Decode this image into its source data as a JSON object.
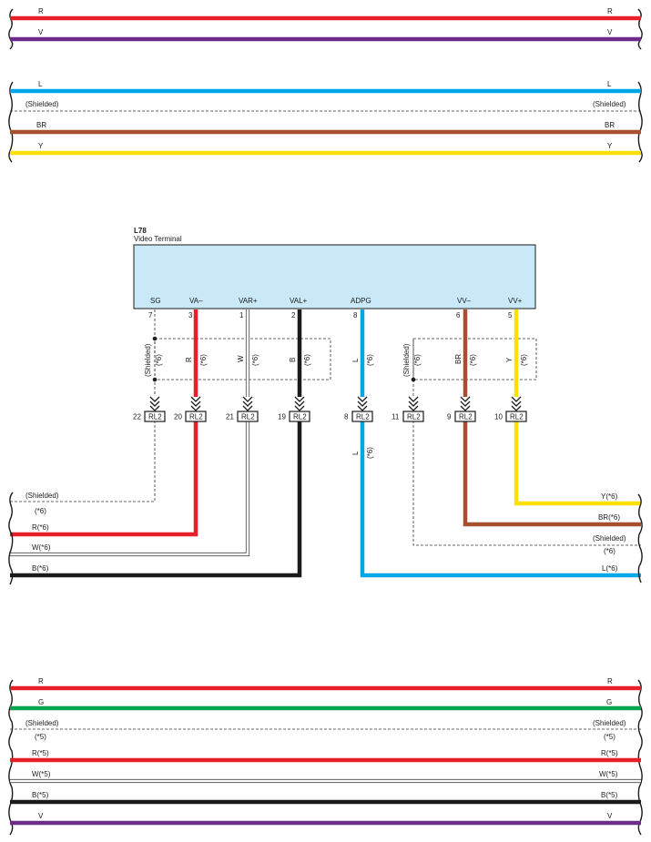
{
  "colors": {
    "R": "#e81f2b",
    "V": "#6b2c8c",
    "L": "#00a7e6",
    "BR": "#a6502f",
    "Y": "#fde000",
    "G": "#00a651",
    "B": "#1a1a1a",
    "W": "#ffffff",
    "box": "#c9e9f8"
  },
  "harness_top": {
    "group1": [
      {
        "left": "R",
        "right": "R"
      },
      {
        "left": "V",
        "right": "V"
      }
    ],
    "group2": [
      {
        "left": "L",
        "right": "L"
      },
      {
        "left": "(Shielded)",
        "right": "(Shielded)"
      },
      {
        "left": "BR",
        "right": "BR"
      },
      {
        "left": "Y",
        "right": "Y"
      }
    ]
  },
  "component": {
    "id": "L78",
    "name": "Video Terminal",
    "pins": [
      {
        "label": "SG",
        "num": "7"
      },
      {
        "label": "VA–",
        "num": "3"
      },
      {
        "label": "VAR+",
        "num": "1"
      },
      {
        "label": "VAL+",
        "num": "2"
      },
      {
        "label": "ADPG",
        "num": "8"
      },
      {
        "label": "VV–",
        "num": "6"
      },
      {
        "label": "VV+",
        "num": "5"
      }
    ]
  },
  "wire_labels": {
    "shielded": "(Shielded)",
    "R": "R",
    "W": "W",
    "B": "B",
    "L": "L",
    "BR": "BR",
    "Y": "Y",
    "sub6": "(*6)",
    "sub5": "(*5)"
  },
  "connectors": [
    {
      "num": "22",
      "name": "RL2"
    },
    {
      "num": "20",
      "name": "RL2"
    },
    {
      "num": "21",
      "name": "RL2"
    },
    {
      "num": "19",
      "name": "RL2"
    },
    {
      "num": "8",
      "name": "RL2"
    },
    {
      "num": "11",
      "name": "RL2"
    },
    {
      "num": "9",
      "name": "RL2"
    },
    {
      "num": "10",
      "name": "RL2"
    }
  ],
  "harness_mid_left": [
    {
      "label": "(Shielded)",
      "sub": "(*6)"
    },
    {
      "label": "R(*6)"
    },
    {
      "label": "W(*6)"
    },
    {
      "label": "B(*6)"
    }
  ],
  "harness_mid_right": [
    {
      "label": "Y(*6)"
    },
    {
      "label": "BR(*6)"
    },
    {
      "label": "(Shielded)",
      "sub": "(*6)"
    },
    {
      "label": "L(*6)"
    }
  ],
  "harness_bottom": [
    {
      "left": "R",
      "right": "R"
    },
    {
      "left": "G",
      "right": "G"
    },
    {
      "left": "(Shielded)",
      "right": "(Shielded)",
      "sub": "(*5)"
    },
    {
      "left": "R(*5)",
      "right": "R(*5)"
    },
    {
      "left": "W(*5)",
      "right": "W(*5)"
    },
    {
      "left": "B(*5)",
      "right": "B(*5)"
    },
    {
      "left": "V",
      "right": "V"
    }
  ]
}
